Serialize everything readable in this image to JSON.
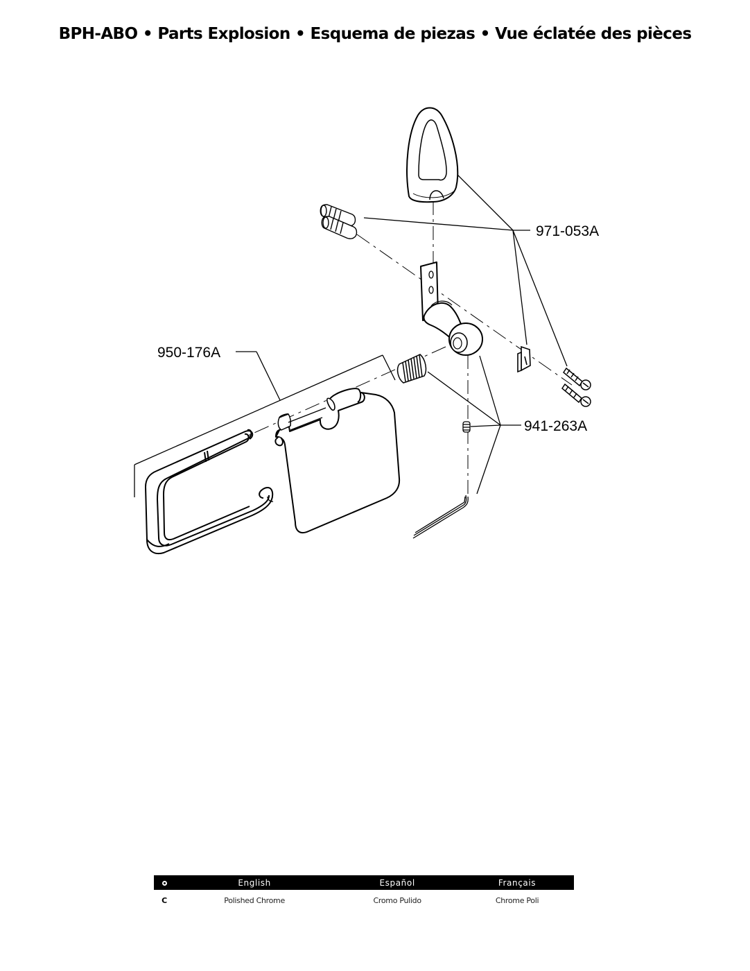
{
  "header": {
    "title": "BPH-ABO • Parts Explosion • Esquema de piezas • Vue éclatée des pièces"
  },
  "callouts": {
    "part_971": "971-053A",
    "part_950": "950-176A",
    "part_941": "941-263A"
  },
  "finish_table": {
    "code_icon": "finish-swatch-icon",
    "columns": [
      "English",
      "Español",
      "Français"
    ],
    "rows": [
      {
        "code": "C",
        "english": "Polished Chrome",
        "espanol": "Cromo Pulido",
        "francais": "Chrome Poli"
      }
    ]
  }
}
